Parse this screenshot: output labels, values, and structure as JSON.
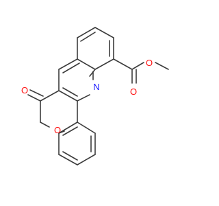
{
  "molecule": {
    "atoms": [
      {
        "label": "N",
        "color": "#1a1aff"
      },
      {
        "label": "O",
        "color": "#ff0d0d"
      },
      {
        "label": "O",
        "color": "#ff0d0d"
      },
      {
        "label": "O",
        "color": "#ff0d0d"
      },
      {
        "label": "O",
        "color": "#ff0d0d"
      }
    ],
    "bond_color": "#3c3c3c",
    "background": "#ffffff"
  }
}
